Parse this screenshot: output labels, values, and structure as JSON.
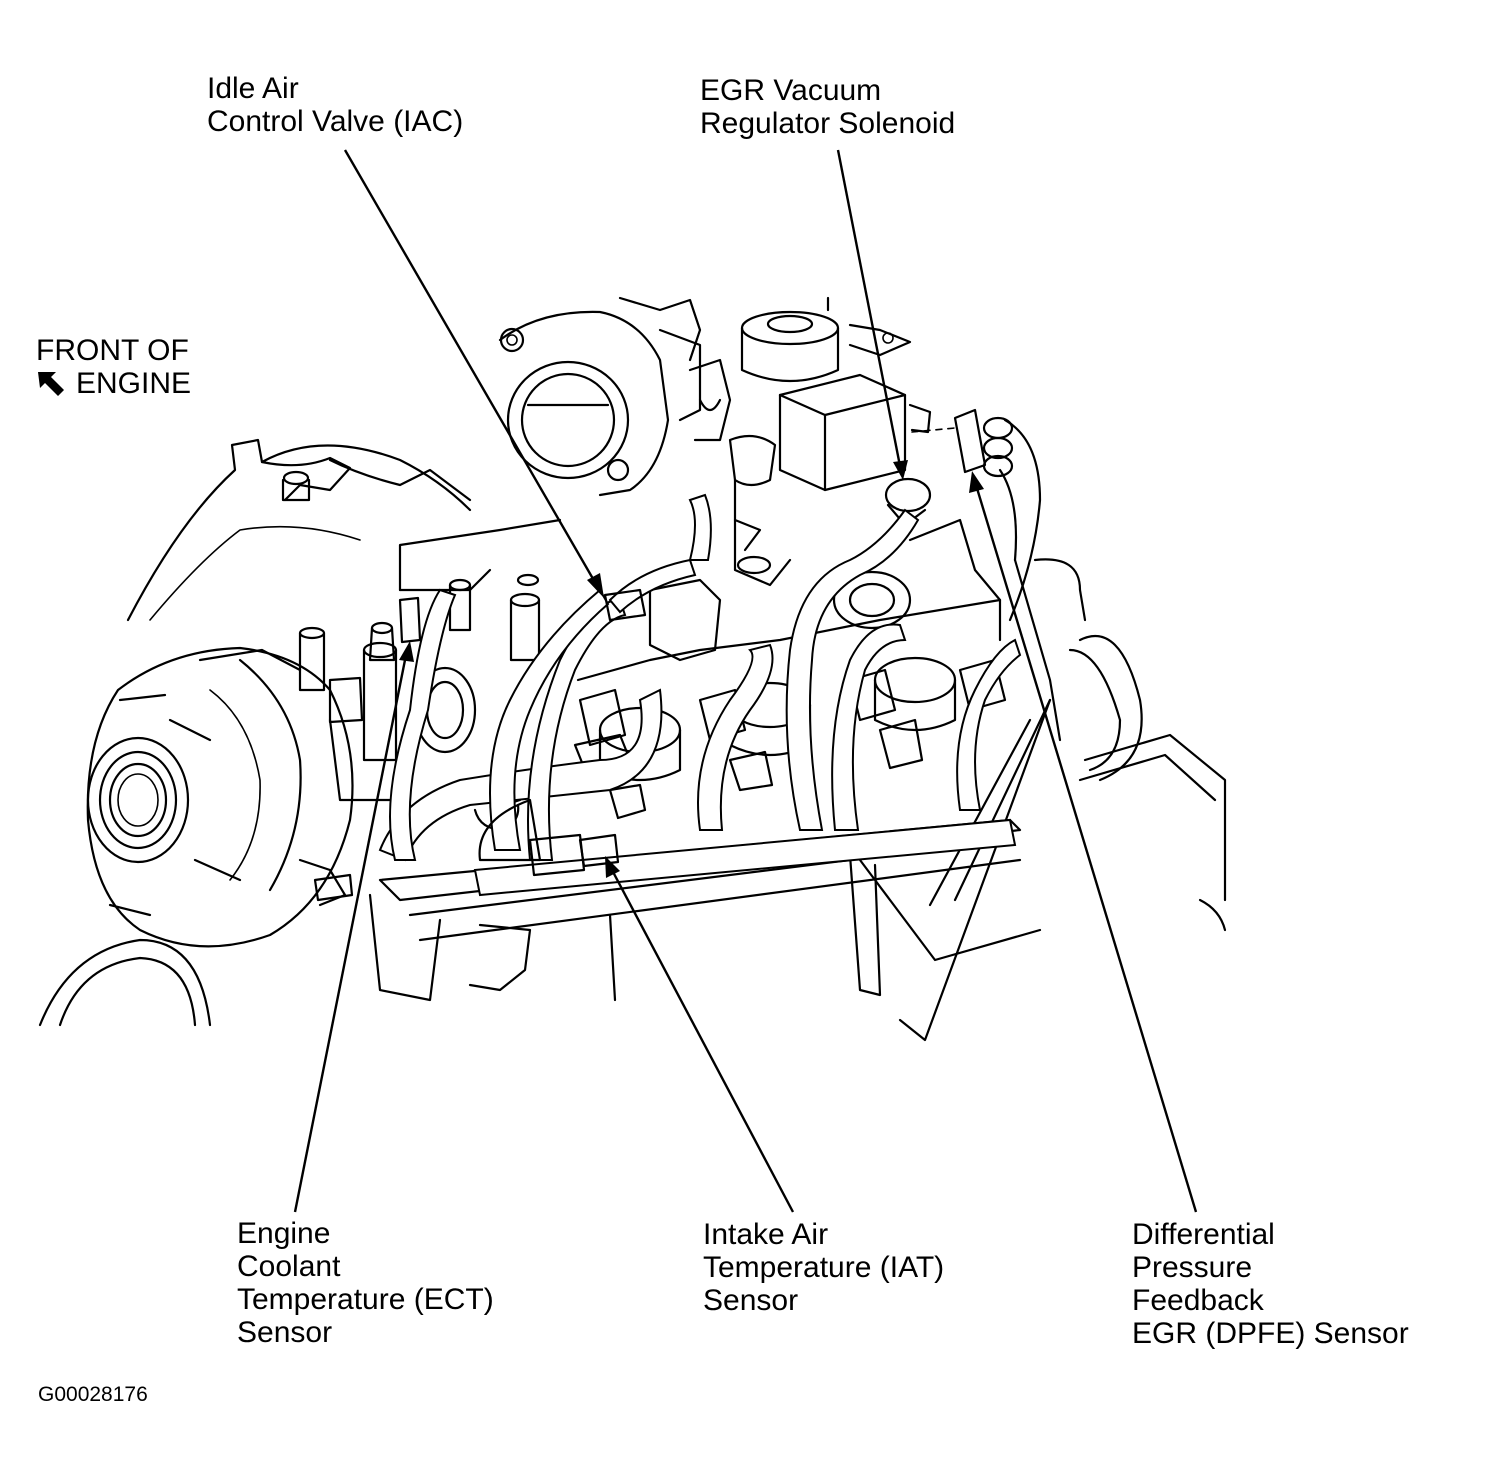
{
  "labels": {
    "iac": {
      "line1": "Idle Air",
      "line2": "Control Valve (IAC)"
    },
    "egr_vac": {
      "line1": "EGR Vacuum",
      "line2": "Regulator Solenoid"
    },
    "front": {
      "line1": "FRONT OF",
      "line2": "ENGINE"
    },
    "ect": {
      "line1": "Engine",
      "line2": "Coolant",
      "line3": "Temperature (ECT)",
      "line4": "Sensor"
    },
    "iat": {
      "line1": "Intake Air",
      "line2": "Temperature (IAT)",
      "line3": "Sensor"
    },
    "dpfe": {
      "line1": "Differential",
      "line2": "Pressure",
      "line3": "Feedback",
      "line4": "EGR (DPFE) Sensor"
    }
  },
  "figure_id": "G00028176",
  "icons": {
    "front_arrow": "arrow-up-left-icon"
  }
}
